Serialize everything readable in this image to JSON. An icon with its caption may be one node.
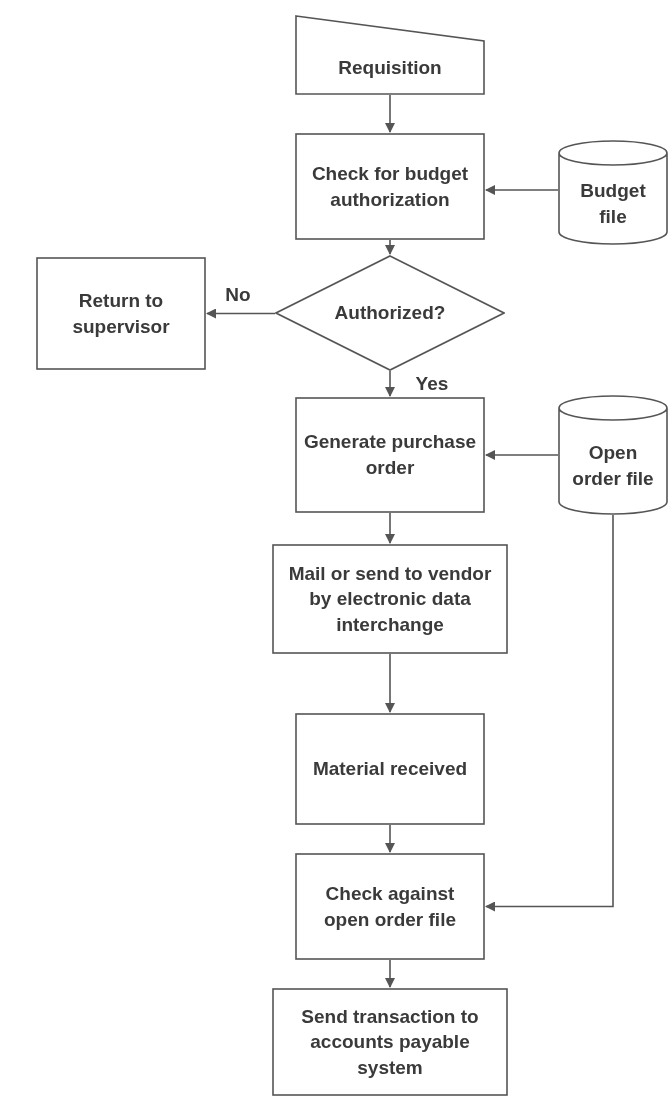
{
  "diagram": {
    "nodes": [
      {
        "text": [
          "Requisition"
        ]
      },
      {
        "text": [
          "Check for budget authorization"
        ]
      },
      {
        "text": [
          "Budget file"
        ]
      },
      {
        "text": [
          "Authorized?"
        ]
      },
      {
        "text": [
          "Return to supervisor"
        ]
      },
      {
        "text": [
          "Generate purchase order"
        ]
      },
      {
        "text": [
          "Open order file"
        ]
      },
      {
        "text": [
          "Mail or send to vendor by electronic data interchange"
        ]
      },
      {
        "text": [
          "Material received"
        ]
      },
      {
        "text": [
          "Check against open order file"
        ]
      },
      {
        "text": [
          "Send transaction to accounts payable system"
        ]
      }
    ],
    "edges": [
      {
        "from": 0,
        "to": 1,
        "arrow": "to"
      },
      {
        "from": 2,
        "to": 1,
        "arrow": "to"
      },
      {
        "from": 1,
        "to": 3,
        "arrow": "to"
      },
      {
        "from": 3,
        "to": 4,
        "arrow": "to",
        "label": "No"
      },
      {
        "from": 3,
        "to": 5,
        "arrow": "to",
        "label": "Yes"
      },
      {
        "from": 6,
        "to": 5,
        "arrow": "to"
      },
      {
        "from": 5,
        "to": 7,
        "arrow": "to"
      },
      {
        "from": 7,
        "to": 8,
        "arrow": "to"
      },
      {
        "from": 8,
        "to": 9,
        "arrow": "to"
      },
      {
        "from": 6,
        "to": 9,
        "arrow": "to"
      },
      {
        "from": 9,
        "to": 10,
        "arrow": "to"
      }
    ]
  }
}
